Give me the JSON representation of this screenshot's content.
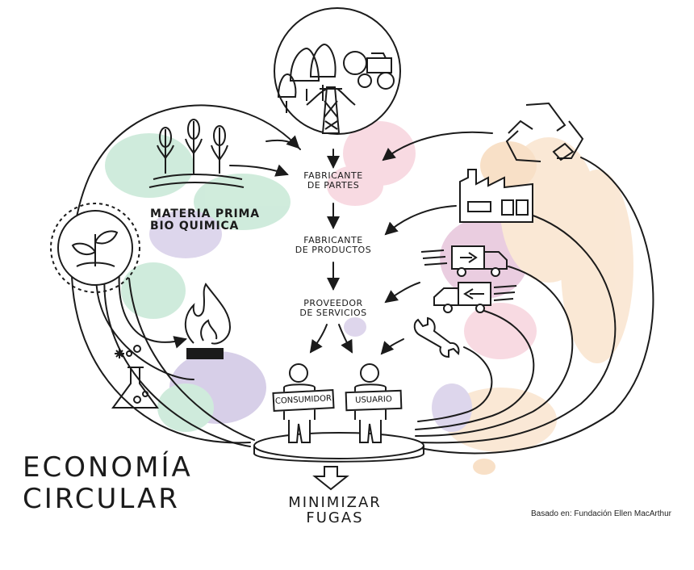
{
  "title": {
    "line1": "ECONOMÍA",
    "line2": "CIRCULAR"
  },
  "materia_prima": {
    "line1": "MATERIA PRIMA",
    "line2": "BIO QUIMICA"
  },
  "fabricante_partes": {
    "line1": "FABRICANTE",
    "line2": "DE PARTES"
  },
  "fabricante_productos": {
    "line1": "FABRICANTE",
    "line2": "DE PRODUCTOS"
  },
  "proveedor": {
    "line1": "PROVEEDOR",
    "line2": "DE SERVICIOS"
  },
  "consumidor": "CONSUMIDOR",
  "usuario": "USUARIO",
  "minimizar": {
    "line1": "MINIMIZAR",
    "line2": "FUGAS"
  },
  "credit": "Basado en: Fundación Ellen MacArthur",
  "icons": [
    "forest-mine-icon",
    "wheat-icon",
    "seedling-icon",
    "flame-icon",
    "flask-icon",
    "recycle-icon",
    "factory-icon",
    "truck-icon",
    "wrench-icon"
  ],
  "colors": {
    "ink": "#1b1b1b",
    "green_splash": "#9fd3b4",
    "purple_splash": "#b3a3cc",
    "pink_splash": "#f0b7c4",
    "orange_splash": "#f4c79a"
  }
}
